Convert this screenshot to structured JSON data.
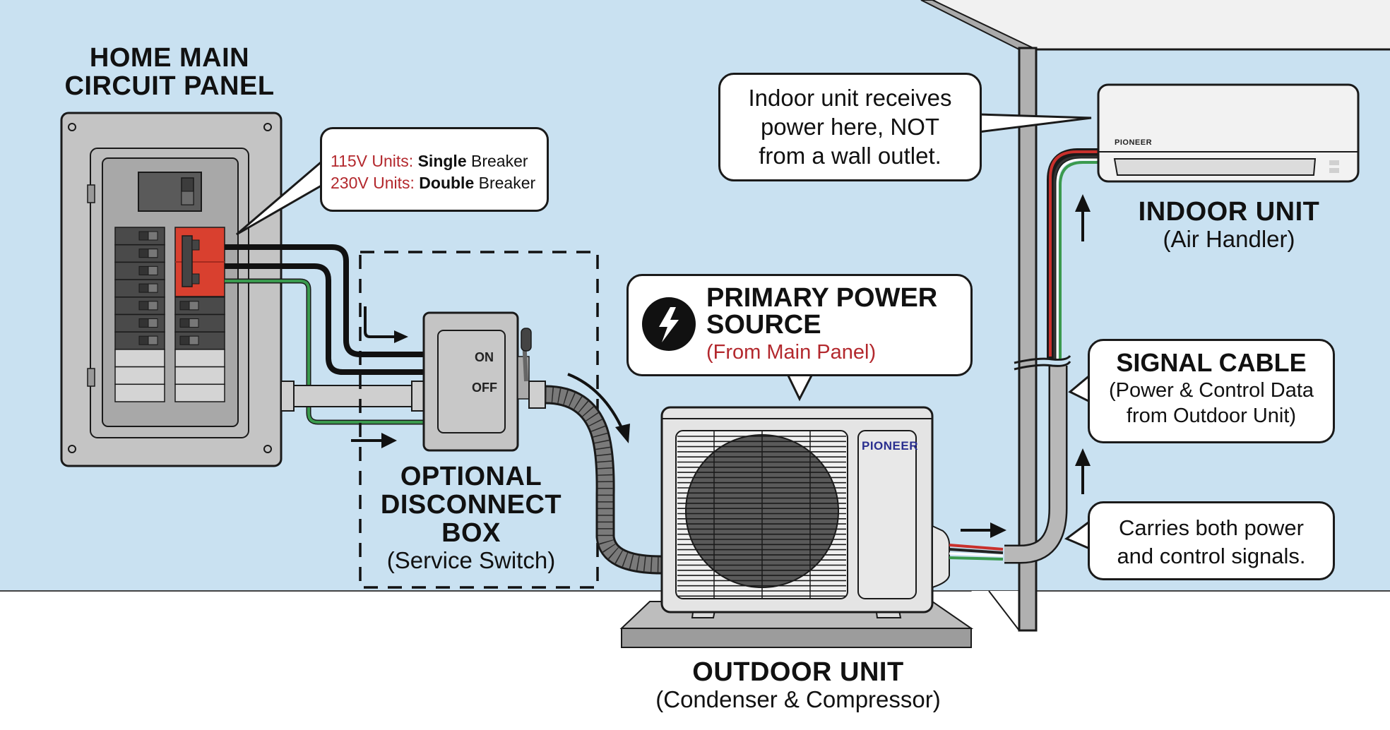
{
  "labels": {
    "panel_title_line1": "HOME MAIN",
    "panel_title_line2": "CIRCUIT PANEL",
    "disconnect_title_line1": "OPTIONAL",
    "disconnect_title_line2": "DISCONNECT",
    "disconnect_title_line3": "BOX",
    "disconnect_subtitle": "(Service Switch)",
    "outdoor_title": "OUTDOOR UNIT",
    "outdoor_subtitle": "(Condenser & Compressor)",
    "indoor_title": "INDOOR UNIT",
    "indoor_subtitle": "(Air Handler)"
  },
  "switch": {
    "on_label": "ON",
    "off_label": "OFF"
  },
  "brand": {
    "outdoor_logo": "PIONEER",
    "indoor_logo": "PIONEER"
  },
  "callouts": {
    "breaker": {
      "line1_prefix": "115V Units:",
      "line1_bold": "Single",
      "line1_suffix": "Breaker",
      "line2_prefix": "230V Units:",
      "line2_bold": "Double",
      "line2_suffix": "Breaker"
    },
    "primary_power": {
      "icon": "lightning-bolt-icon",
      "title_line1": "PRIMARY POWER",
      "title_line2": "SOURCE",
      "subtitle": "(From Main Panel)"
    },
    "indoor_power": {
      "line1": "Indoor unit receives",
      "line2": "power here, NOT",
      "line3": "from a wall outlet."
    },
    "signal_cable": {
      "title": "SIGNAL CABLE",
      "line1": "(Power & Control Data",
      "line2": "from Outdoor Unit)"
    },
    "carries": {
      "line1": "Carries both power",
      "line2": "and control signals."
    }
  },
  "colors": {
    "wall_blue": "#c9e1f1",
    "accent_red": "#b3282d",
    "breaker_red": "#d9402f",
    "wire_green": "#3a9a4e",
    "brand_blue": "#2a2f8f"
  }
}
